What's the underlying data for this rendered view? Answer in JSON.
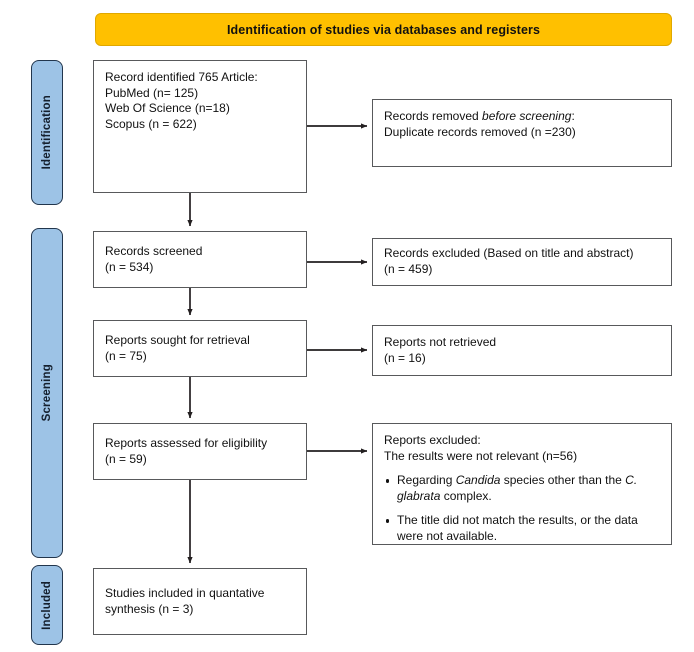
{
  "header": {
    "banner_title": "Identification of studies via databases and registers",
    "banner_color": "#FFC000"
  },
  "phases": {
    "accent_color": "#9DC3E6",
    "items": [
      {
        "id": "identification",
        "label": "Identification"
      },
      {
        "id": "screening",
        "label": "Screening"
      },
      {
        "id": "included",
        "label": "Included"
      }
    ]
  },
  "boxes": {
    "identified": {
      "line1": "Record identified 765 Article:",
      "line2": "PubMed (n= 125)",
      "line3": "Web Of Science (n=18)",
      "line4": "Scopus (n = 622)"
    },
    "removed": {
      "lead": "Records removed ",
      "emphasis": "before screening",
      "colon": ":",
      "line2": "    Duplicate records removed (n =230)"
    },
    "screened": {
      "line1": "Records screened",
      "line2": "(n = 534)"
    },
    "excluded_title": {
      "line1": "Records excluded (Based on title and abstract)",
      "line2": "(n = 459)"
    },
    "sought": {
      "line1": "Reports sought for retrieval",
      "line2": "(n = 75)"
    },
    "not_retrieved": {
      "line1": "Reports not retrieved",
      "line2": "(n = 16)"
    },
    "assessed": {
      "line1": "Reports assessed for eligibility",
      "line2": "(n = 59)"
    },
    "excluded_detail": {
      "line1": "Reports excluded:",
      "line2": "The results were not relevant (n=56)",
      "bullet1_pre": "Regarding ",
      "bullet1_ital": "Candida",
      "bullet1_mid": " species other than the ",
      "bullet1_ital2": "C. glabrata",
      "bullet1_post": " complex.",
      "bullet2": "The title did not match the results, or the data were not available."
    },
    "included": {
      "line1": "Studies included in quantative",
      "line2": "synthesis (n = 3)"
    }
  }
}
